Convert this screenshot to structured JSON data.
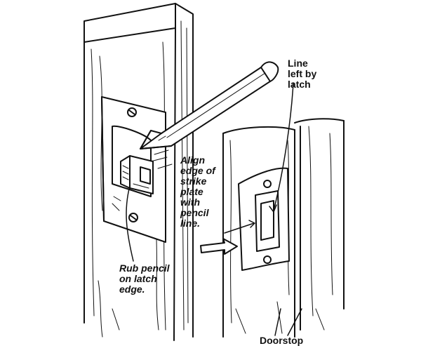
{
  "labels": {
    "align_edge": [
      "Align",
      "edge of",
      "strike",
      "plate",
      "with",
      "pencil",
      "line."
    ],
    "line_left_by_latch": [
      "Line",
      "left by",
      "latch"
    ],
    "rub_pencil": [
      "Rub pencil",
      "on latch",
      "edge."
    ],
    "doorstop": "Doorstop"
  },
  "colors": {
    "ink": "#111111",
    "paper": "#ffffff"
  }
}
